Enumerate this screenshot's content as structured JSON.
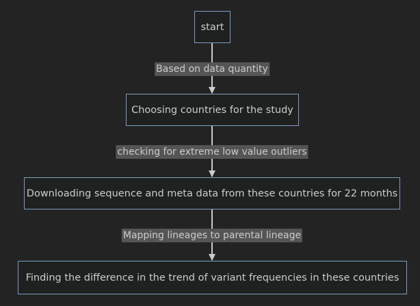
{
  "nodes": {
    "start": "start",
    "choosing": "Choosing countries for the study",
    "downloading": "Downloading sequence and meta data from these countries for 22 months",
    "finding": "Finding the difference in the trend of variant frequencies in these countries"
  },
  "edges": {
    "e1": "Based on data quantity",
    "e2": "checking for extreme low value outliers",
    "e3": "Mapping lineages to parental lineage"
  },
  "colors": {
    "background": "#232323",
    "node_border": "#7f9ec4",
    "node_fill": "#1f2020",
    "text": "#cccccc",
    "edge_label_bg": "#555555",
    "edge_line": "#cccccc"
  }
}
